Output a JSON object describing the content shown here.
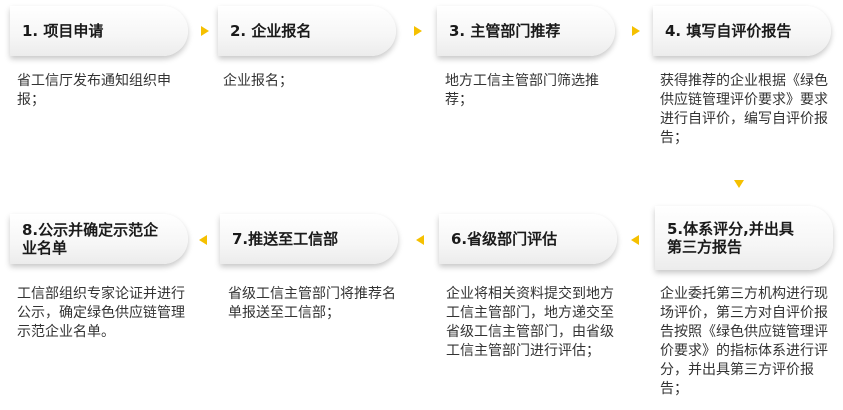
{
  "steps": [
    {
      "title": "1. 项目申请",
      "desc": "省工信厅发布通知组织申报；"
    },
    {
      "title": "2. 企业报名",
      "desc": "企业报名；"
    },
    {
      "title": "3. 主管部门推荐",
      "desc": "地方工信主管部门筛选推荐；"
    },
    {
      "title": "4. 填写自评价报告",
      "desc": "获得推荐的企业根据《绿色供应链管理评价要求》要求进行自评价，编写自评价报告；"
    },
    {
      "title": "5.体系评分,并出具第三方报告",
      "desc": "企业委托第三方机构进行现场评价，第三方对自评价报告按照《绿色供应链管理评价要求》的指标体系进行评分，并出具第三方评价报告；"
    },
    {
      "title": "6.省级部门评估",
      "desc": "企业将相关资料提交到地方工信主管部门，地方递交至省级工信主管部门，由省级工信主管部门进行评估；"
    },
    {
      "title": "7.推送至工信部",
      "desc": "省级工信主管部门将推荐名单报送至工信部；"
    },
    {
      "title": "8.公示并确定示范企业名单",
      "desc": "工信部组织专家论证并进行公示，确定绿色供应链管理示范企业名单。"
    }
  ],
  "colors": {
    "arrow": "#f5c000",
    "text": "#333333",
    "title": "#1a1a1a"
  }
}
